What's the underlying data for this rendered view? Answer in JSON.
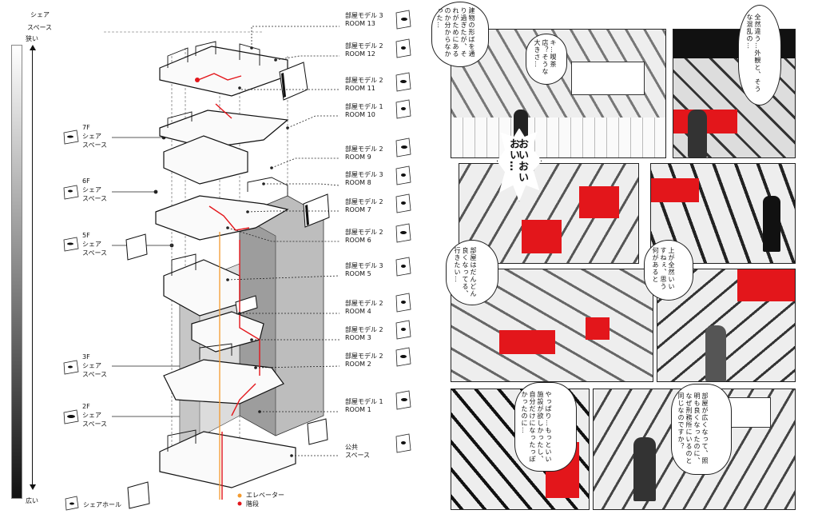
{
  "scale": {
    "title_line1": "シェア",
    "title_line2": "スペース",
    "top": "狭い",
    "bottom": "広い"
  },
  "floors": [
    {
      "floor": "7F",
      "l1": "シェア",
      "l2": "スペース"
    },
    {
      "floor": "6F",
      "l1": "シェア",
      "l2": "スペース"
    },
    {
      "floor": "5F",
      "l1": "シェア",
      "l2": "スペース"
    },
    {
      "floor": "3F",
      "l1": "シェア",
      "l2": "スペース"
    },
    {
      "floor": "2F",
      "l1": "シェア",
      "l2": "スペース"
    }
  ],
  "share_hall": "シェアホール",
  "rooms": [
    {
      "model": "部屋モデル 3",
      "room": "ROOM 13"
    },
    {
      "model": "部屋モデル 2",
      "room": "ROOM 12"
    },
    {
      "model": "部屋モデル 2",
      "room": "ROOM 11"
    },
    {
      "model": "部屋モデル 1",
      "room": "ROOM 10"
    },
    {
      "model": "部屋モデル 2",
      "room": "ROOM 9"
    },
    {
      "model": "部屋モデル 3",
      "room": "ROOM 8"
    },
    {
      "model": "部屋モデル 2",
      "room": "ROOM 7"
    },
    {
      "model": "部屋モデル 2",
      "room": "ROOM 6"
    },
    {
      "model": "部屋モデル 3",
      "room": "ROOM 5"
    },
    {
      "model": "部屋モデル 2",
      "room": "ROOM 4"
    },
    {
      "model": "部屋モデル 2",
      "room": "ROOM 3"
    },
    {
      "model": "部屋モデル 2",
      "room": "ROOM 2"
    },
    {
      "model": "部屋モデル 1",
      "room": "ROOM 1"
    }
  ],
  "public": {
    "l1": "公共",
    "l2": "スペース"
  },
  "legend": {
    "elevator": "エレベーター",
    "stairs": "階段"
  },
  "manga": {
    "b1": "建物の形ばを通り過ぎたが、それがためにあるのか分からなかった…",
    "b2": "キ…喫茶店？そうな大きさ…",
    "b3": "全然違う…外観と、そうな混乱の…",
    "b4": "おいおいおい…",
    "b5": "部屋はだんどん良くなってる、行きたい…",
    "b6": "上が全然いいすねぇ、思う何があると",
    "b7": "やっぱり…もっといい施設が欲しかったし、自分だけになったっぽかったのに…",
    "b8": "部屋が広くなって、照明も良くなったのに、なぜ刑務所にいるのと同じなのですか？"
  },
  "colors": {
    "accent": "#e3161b",
    "ink": "#111111",
    "tone": "#9a9a9a"
  }
}
